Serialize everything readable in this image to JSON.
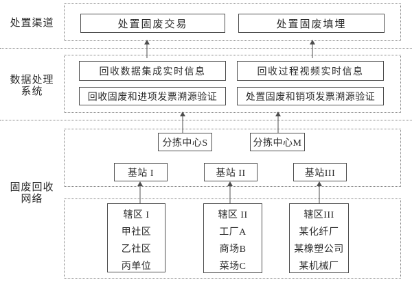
{
  "side_labels": {
    "disposal_channel": "处置渠道",
    "data_processing_line1": "数据处理",
    "data_processing_line2": "系统",
    "recycling_network_line1": "固废回收",
    "recycling_network_line2": "网络"
  },
  "disposal_boxes": [
    "处置固废交易",
    "处置固废填埋"
  ],
  "processing_boxes": [
    "回收数据集成实时信息",
    "回收过程视频实时信息",
    "回收固废和进项发票溯源验证",
    "处置固废和销项发票溯源验证"
  ],
  "sorting_centers": [
    "分拣中心S",
    "分拣中心M"
  ],
  "base_stations": [
    "基站 I",
    "基站 II",
    "基站III"
  ],
  "districts": [
    {
      "title": "辖区 I",
      "items": [
        "甲社区",
        "乙社区",
        "丙单位"
      ]
    },
    {
      "title": "辖区 II",
      "items": [
        "工厂A",
        "商场B",
        "菜场C"
      ]
    },
    {
      "title": "辖区III",
      "items": [
        "某化纤厂",
        "某橡塑公司",
        "某机械厂"
      ]
    }
  ],
  "colors": {
    "background": "#ffffff",
    "solid_border": "#4d4d4d",
    "dotted_border": "#7d7d7d",
    "text": "#2a2a2a"
  }
}
